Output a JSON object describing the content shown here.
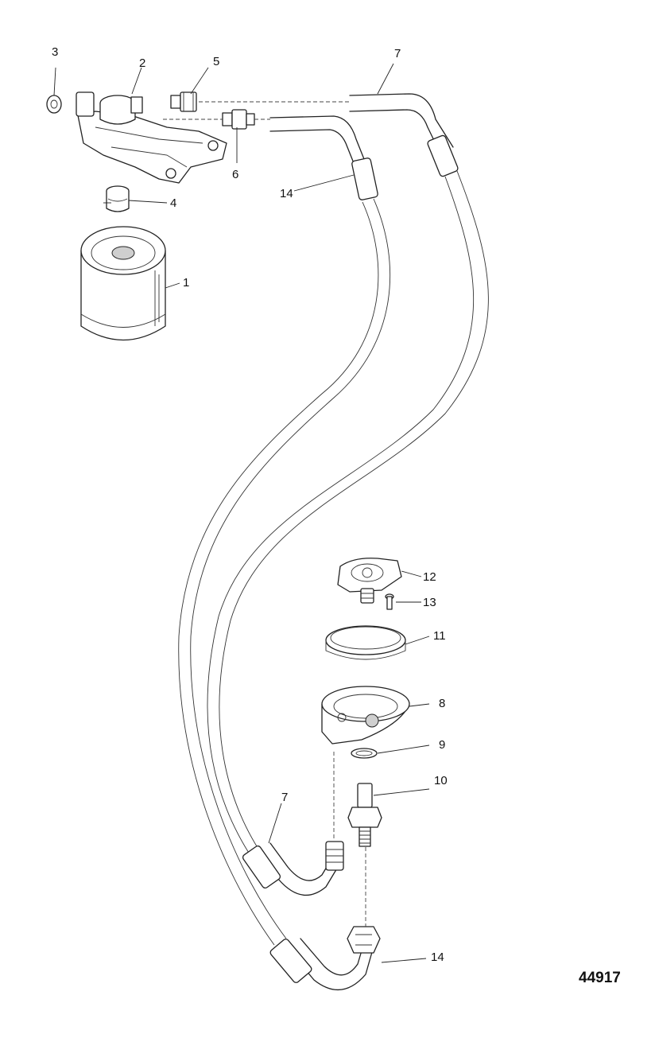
{
  "figure_number": "44917",
  "callouts": {
    "c1": "1",
    "c2": "2",
    "c3": "3",
    "c4": "4",
    "c5": "5",
    "c6": "6",
    "c7_top": "7",
    "c7_bottom": "7",
    "c8": "8",
    "c9": "9",
    "c10": "10",
    "c11": "11",
    "c12": "12",
    "c13": "13",
    "c14_top": "14",
    "c14_bottom": "14"
  }
}
